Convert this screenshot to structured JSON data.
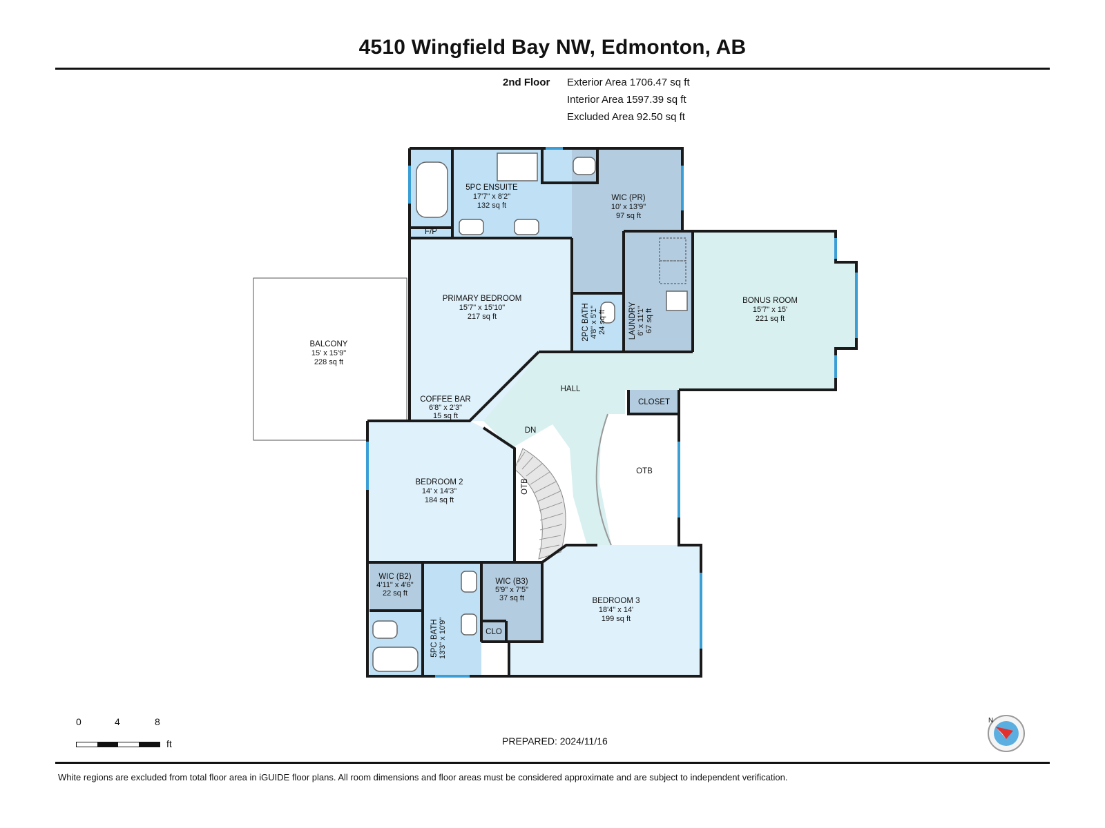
{
  "header": {
    "title": "4510 Wingfield Bay NW, Edmonton, AB",
    "floor": "2nd Floor",
    "exterior_area": "Exterior Area 1706.47 sq ft",
    "interior_area": "Interior Area 1597.39 sq ft",
    "excluded_area": "Excluded Area 92.50 sq ft"
  },
  "rooms": {
    "ensuite": {
      "name": "5PC ENSUITE",
      "dims": "17'7\" x 8'2\"",
      "area": "132 sq ft"
    },
    "wic_pr": {
      "name": "WIC (PR)",
      "dims": "10' x 13'9\"",
      "area": "97 sq ft"
    },
    "fp": {
      "name": "F/P"
    },
    "primary": {
      "name": "PRIMARY BEDROOM",
      "dims": "15'7\" x 15'10\"",
      "area": "217 sq ft"
    },
    "bath2pc": {
      "name": "2PC BATH",
      "dims": "4'8\" x 5'1\"",
      "area": "24 sq ft"
    },
    "laundry": {
      "name": "LAUNDRY",
      "dims": "6' x 11'1\"",
      "area": "67 sq ft"
    },
    "bonus": {
      "name": "BONUS ROOM",
      "dims": "15'7\" x 15'",
      "area": "221 sq ft"
    },
    "balcony": {
      "name": "BALCONY",
      "dims": "15' x 15'9\"",
      "area": "228 sq ft"
    },
    "coffee": {
      "name": "COFFEE BAR",
      "dims": "6'8\" x 2'3\"",
      "area": "15 sq ft"
    },
    "hall": {
      "name": "HALL"
    },
    "closet": {
      "name": "CLOSET"
    },
    "dn": {
      "name": "DN"
    },
    "otb_right": {
      "name": "OTB"
    },
    "otb_left": {
      "name": "OTB"
    },
    "bed2": {
      "name": "BEDROOM 2",
      "dims": "14' x 14'3\"",
      "area": "184 sq ft"
    },
    "wic_b2": {
      "name": "WIC (B2)",
      "dims": "4'11\" x 4'6\"",
      "area": "22 sq ft"
    },
    "wic_b3": {
      "name": "WIC (B3)",
      "dims": "5'9\" x 7'5\"",
      "area": "37 sq ft"
    },
    "clo": {
      "name": "CLO"
    },
    "bath5pc": {
      "name": "5PC BATH",
      "dims": "13'3\" x 10'9\""
    },
    "bed3": {
      "name": "BEDROOM 3",
      "dims": "18'4\" x 14'",
      "area": "199 sq ft"
    }
  },
  "scale_bar": {
    "t0": "0",
    "t4": "4",
    "t8": "8",
    "unit": "ft"
  },
  "prepared": "PREPARED: 2024/11/16",
  "compass": {
    "label": "N"
  },
  "footer": "White regions are excluded from total floor area in iGUIDE floor plans. All room dimensions and floor areas must be considered approximate and are subject to independent verification.",
  "colors": {
    "bedroom": "#dff1fb",
    "wet": "#bfe0f5",
    "closet": "#b3ccdf",
    "hall": "#d9f0f0",
    "wall": "#1a1a1a",
    "window": "#3b9fd6"
  }
}
